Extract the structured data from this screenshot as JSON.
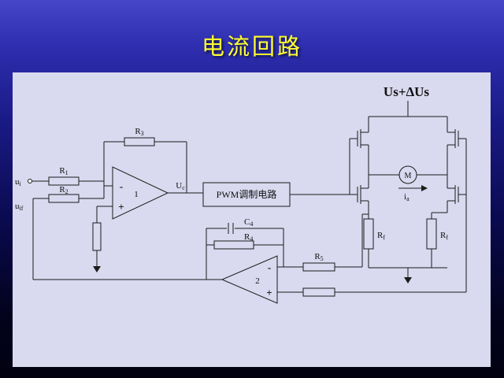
{
  "slide": {
    "title": "电流回路"
  },
  "colors": {
    "background_top": "#4646c8",
    "background_bottom": "#010110",
    "panel": "#d9d9ef",
    "title_text": "#ffff2e",
    "line": "#1c1c1c"
  },
  "circuit": {
    "supply_label": "Us+ΔUs",
    "pwm_box_label": "PWM调制电路",
    "opamp1": {
      "minus": "-",
      "plus": "+",
      "num": "1"
    },
    "opamp2": {
      "minus": "-",
      "plus": "+",
      "num": "2"
    },
    "motor_label": "M",
    "labels": {
      "r1": {
        "b": "R",
        "s": "1"
      },
      "r2": {
        "b": "R",
        "s": "2"
      },
      "r3": {
        "b": "R",
        "s": "3"
      },
      "r4": {
        "b": "R",
        "s": "4"
      },
      "r5": {
        "b": "R",
        "s": "5"
      },
      "c4": {
        "b": "C",
        "s": "4"
      },
      "rf_left": {
        "b": "R",
        "s": "f"
      },
      "rf_right": {
        "b": "R",
        "s": "f"
      },
      "ui": {
        "b": "u",
        "s": "i"
      },
      "uif": {
        "b": "u",
        "s": "if"
      },
      "uc": {
        "b": "U",
        "s": "c"
      },
      "ia": {
        "b": "i",
        "s": "a"
      }
    }
  }
}
